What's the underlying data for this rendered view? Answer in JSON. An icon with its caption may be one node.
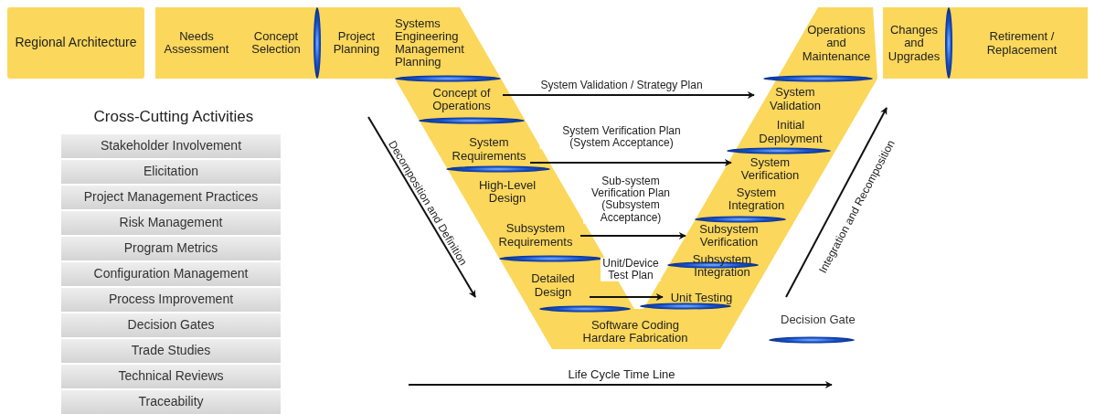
{
  "diagram": {
    "nodes": [
      {
        "text": [
          "Regional Architecture"
        ]
      },
      {
        "text": [
          "Needs Assessment"
        ]
      },
      {
        "text": [
          "Concept Selection"
        ]
      },
      {
        "text": [
          "Project Planning"
        ]
      },
      {
        "text": [
          "Systems Engineering Management Planning"
        ]
      },
      {
        "text": [
          "Operations and Maintenance"
        ]
      },
      {
        "text": [
          "Changes and Upgrades"
        ]
      },
      {
        "text": [
          "Retirement / Replacement"
        ]
      },
      {
        "text": [
          "Concept of Operations"
        ]
      },
      {
        "text": [
          "System Validation"
        ]
      },
      {
        "text": [
          "Initial Deployment"
        ]
      },
      {
        "text": [
          "System Requirements"
        ]
      },
      {
        "text": [
          "System Verification"
        ]
      },
      {
        "text": [
          "System Integration"
        ]
      },
      {
        "text": [
          "High-Level Design"
        ]
      },
      {
        "text": [
          "Subsystem Requirements"
        ]
      },
      {
        "text": [
          "Subsystem Verification"
        ]
      },
      {
        "text": [
          "Subsystem Integration"
        ]
      },
      {
        "text": [
          "Detailed Design"
        ]
      },
      {
        "text": [
          "Unit Testing"
        ]
      },
      {
        "text": [
          "Software Coding Hardare Fabrication"
        ]
      },
      {
        "text": [
          "Stakeholder Involvement"
        ]
      },
      {
        "text": [
          "Elicitation"
        ]
      },
      {
        "text": [
          "Project Management Practices"
        ]
      },
      {
        "text": [
          "Risk Management"
        ]
      },
      {
        "text": [
          "Program Metrics"
        ]
      },
      {
        "text": [
          "Configuration Management"
        ]
      },
      {
        "text": [
          "Process Improvement"
        ]
      },
      {
        "text": [
          "Decision Gates"
        ]
      },
      {
        "text": [
          "Trade Studies"
        ]
      },
      {
        "text": [
          "Technical Reviews"
        ]
      },
      {
        "text": [
          "Traceability"
        ]
      }
    ],
    "edges": [
      {
        "from": 8,
        "to": 9,
        "arrow": "to",
        "label": "System Validation / Strategy Plan"
      },
      {
        "from": 11,
        "to": 12,
        "arrow": "to",
        "label": "System Verification Plan (System Acceptance)"
      },
      {
        "from": 15,
        "to": 16,
        "arrow": "to",
        "label": "Sub-system Verification Plan (Subsystem Acceptance)"
      },
      {
        "from": 18,
        "to": 19,
        "arrow": "to",
        "label": "Unit/Device Test Plan"
      }
    ],
    "labels": [
      "Cross-Cutting Activities",
      "Decomposition and Definition",
      "Integration and Recomposition",
      "Life Cycle Time Line"
    ],
    "legend": [
      {
        "text": "Decision Gate"
      }
    ]
  }
}
